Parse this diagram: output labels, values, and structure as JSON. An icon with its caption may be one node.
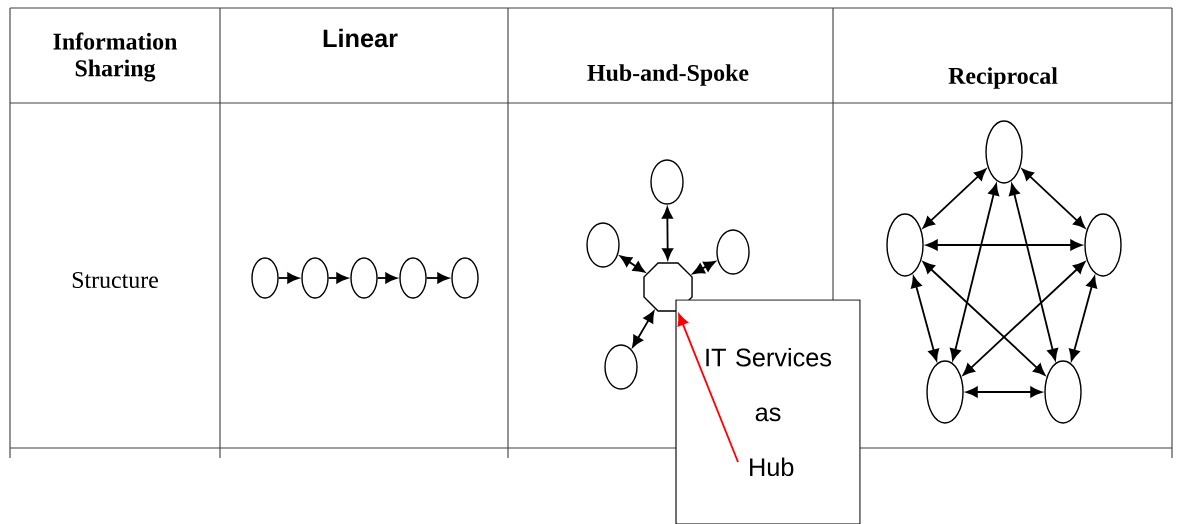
{
  "diagram": {
    "nodes": [
      {
        "text": [],
        "shape": "circle"
      },
      {
        "text": [],
        "shape": "circle"
      },
      {
        "text": [],
        "shape": "circle"
      },
      {
        "text": [],
        "shape": "circle"
      },
      {
        "text": [],
        "shape": "circle"
      },
      {
        "text": [],
        "shape": "octagon"
      },
      {
        "text": [],
        "shape": "circle"
      },
      {
        "text": [],
        "shape": "circle"
      },
      {
        "text": [],
        "shape": "circle"
      },
      {
        "text": [],
        "shape": "circle"
      },
      {
        "text": [
          "IT Services as Hub"
        ]
      },
      {
        "text": [],
        "shape": "circle"
      },
      {
        "text": [],
        "shape": "circle"
      },
      {
        "text": [],
        "shape": "circle"
      },
      {
        "text": [],
        "shape": "circle"
      },
      {
        "text": [],
        "shape": "circle"
      }
    ],
    "edges": [
      {
        "from": 0,
        "to": 1,
        "arrow": "to"
      },
      {
        "from": 1,
        "to": 2,
        "arrow": "to"
      },
      {
        "from": 2,
        "to": 3,
        "arrow": "to"
      },
      {
        "from": 3,
        "to": 4,
        "arrow": "to"
      },
      {
        "from": 5,
        "to": 6,
        "arrow": "both"
      },
      {
        "from": 5,
        "to": 7,
        "arrow": "both"
      },
      {
        "from": 5,
        "to": 8,
        "arrow": "both"
      },
      {
        "from": 5,
        "to": 9,
        "arrow": "both"
      },
      {
        "from": 10,
        "to": 5,
        "arrow": "to",
        "color": "#ff0000"
      },
      {
        "from": 11,
        "to": 12,
        "arrow": "both"
      },
      {
        "from": 11,
        "to": 13,
        "arrow": "both"
      },
      {
        "from": 12,
        "to": 13,
        "arrow": "both"
      },
      {
        "from": 11,
        "to": 14,
        "arrow": "both"
      },
      {
        "from": 11,
        "to": 15,
        "arrow": "both"
      },
      {
        "from": 12,
        "to": 14,
        "arrow": "both"
      },
      {
        "from": 12,
        "to": 15,
        "arrow": "both"
      },
      {
        "from": 13,
        "to": 14,
        "arrow": "both"
      },
      {
        "from": 13,
        "to": 15,
        "arrow": "both"
      },
      {
        "from": 14,
        "to": 15,
        "arrow": "both"
      }
    ],
    "labels": [
      "Information Sharing",
      "Linear",
      "Hub-and-Spoke",
      "Reciprocal",
      "Structure"
    ]
  }
}
